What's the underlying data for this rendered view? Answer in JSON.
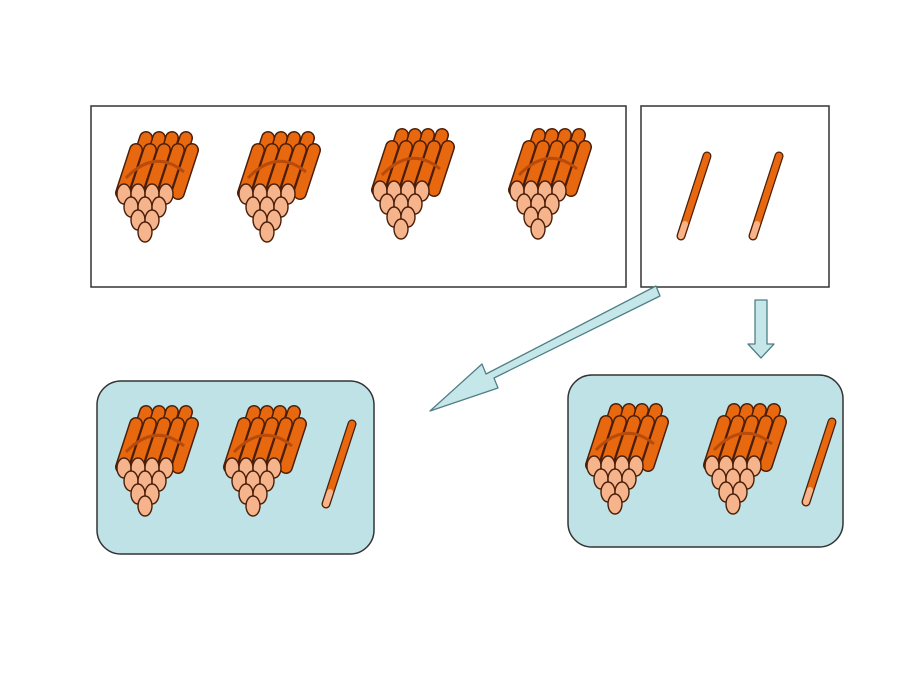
{
  "colors": {
    "background": "#ffffff",
    "box_border": "#333333",
    "group_fill": "#bfe2e6",
    "arrow_fill": "#c6e7ea",
    "arrow_stroke": "#4f7f86",
    "stick_body": "#e8680f",
    "stick_end": "#f6b48c",
    "outline": "#4a1e08"
  },
  "top_row": {
    "bundles_box": {
      "bundle_count": 4,
      "icon": "bundle-of-ten-sticks-icon"
    },
    "singles_box": {
      "single_count": 2,
      "icon": "single-stick-icon"
    }
  },
  "arrows": [
    {
      "name": "arrow-to-left-group",
      "direction": "down-left"
    },
    {
      "name": "arrow-to-right-group",
      "direction": "down"
    }
  ],
  "groups": [
    {
      "name": "left-group",
      "bundle_count": 2,
      "single_count": 1
    },
    {
      "name": "right-group",
      "bundle_count": 2,
      "single_count": 1
    }
  ]
}
